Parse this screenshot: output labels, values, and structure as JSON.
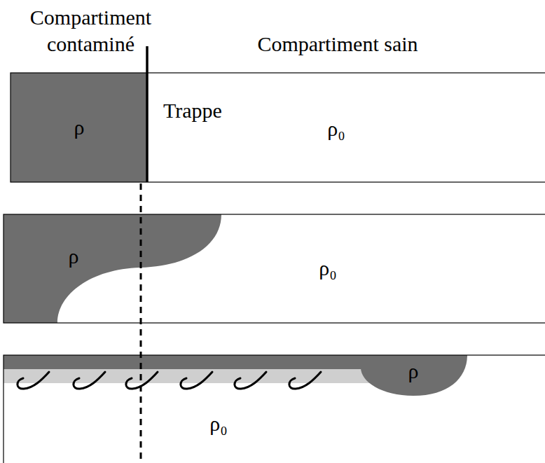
{
  "diagram": {
    "nodes": [
      {
        "text": [
          "Compartiment contaminé",
          "ρ"
        ]
      },
      {
        "text": [
          "Compartiment sain",
          "ρ₀"
        ]
      }
    ],
    "labels": [
      "Trappe",
      "ρ",
      "ρ₀",
      "ρ",
      "ρ₀"
    ]
  }
}
